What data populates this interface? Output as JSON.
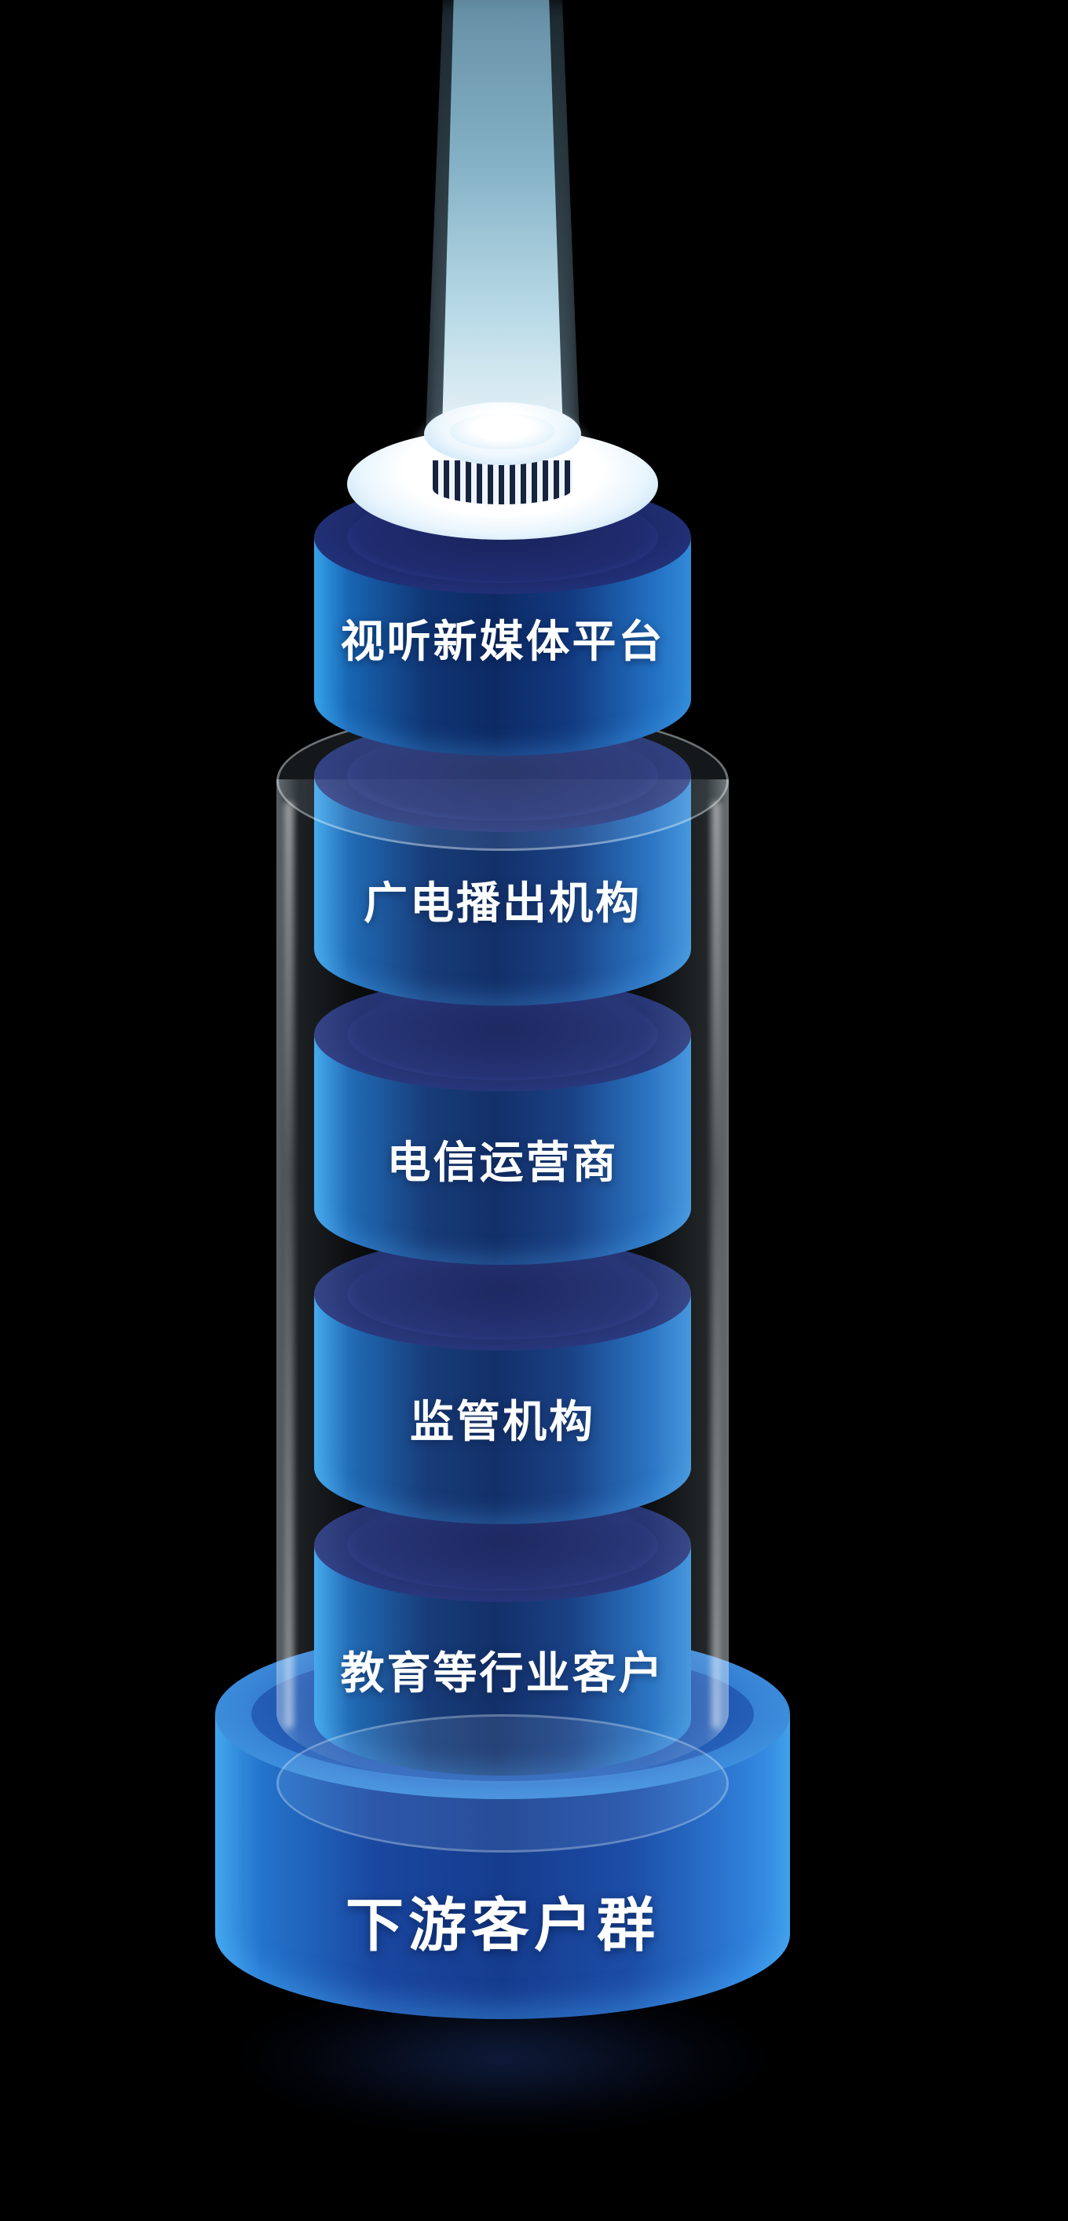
{
  "diagram": {
    "levels": [
      {
        "label": "视听新媒体平台"
      },
      {
        "label": "广电播出机构"
      },
      {
        "label": "电信运营商"
      },
      {
        "label": "监管机构"
      },
      {
        "label": "教育等行业客户"
      }
    ],
    "base": {
      "label": "下游客户群"
    },
    "colors": {
      "background": "#000000",
      "cylinder_dark": "#0d2a64",
      "cylinder_highlight": "#33a3ea",
      "cylinder_top": "#1d2a6a",
      "base_blue": "#153c8e",
      "beam_blue": "#a5def8",
      "glass_tint": "rgba(205,232,255,0.12)",
      "cap_stripe_dark": "#18233f",
      "text": "#ffffff"
    }
  }
}
